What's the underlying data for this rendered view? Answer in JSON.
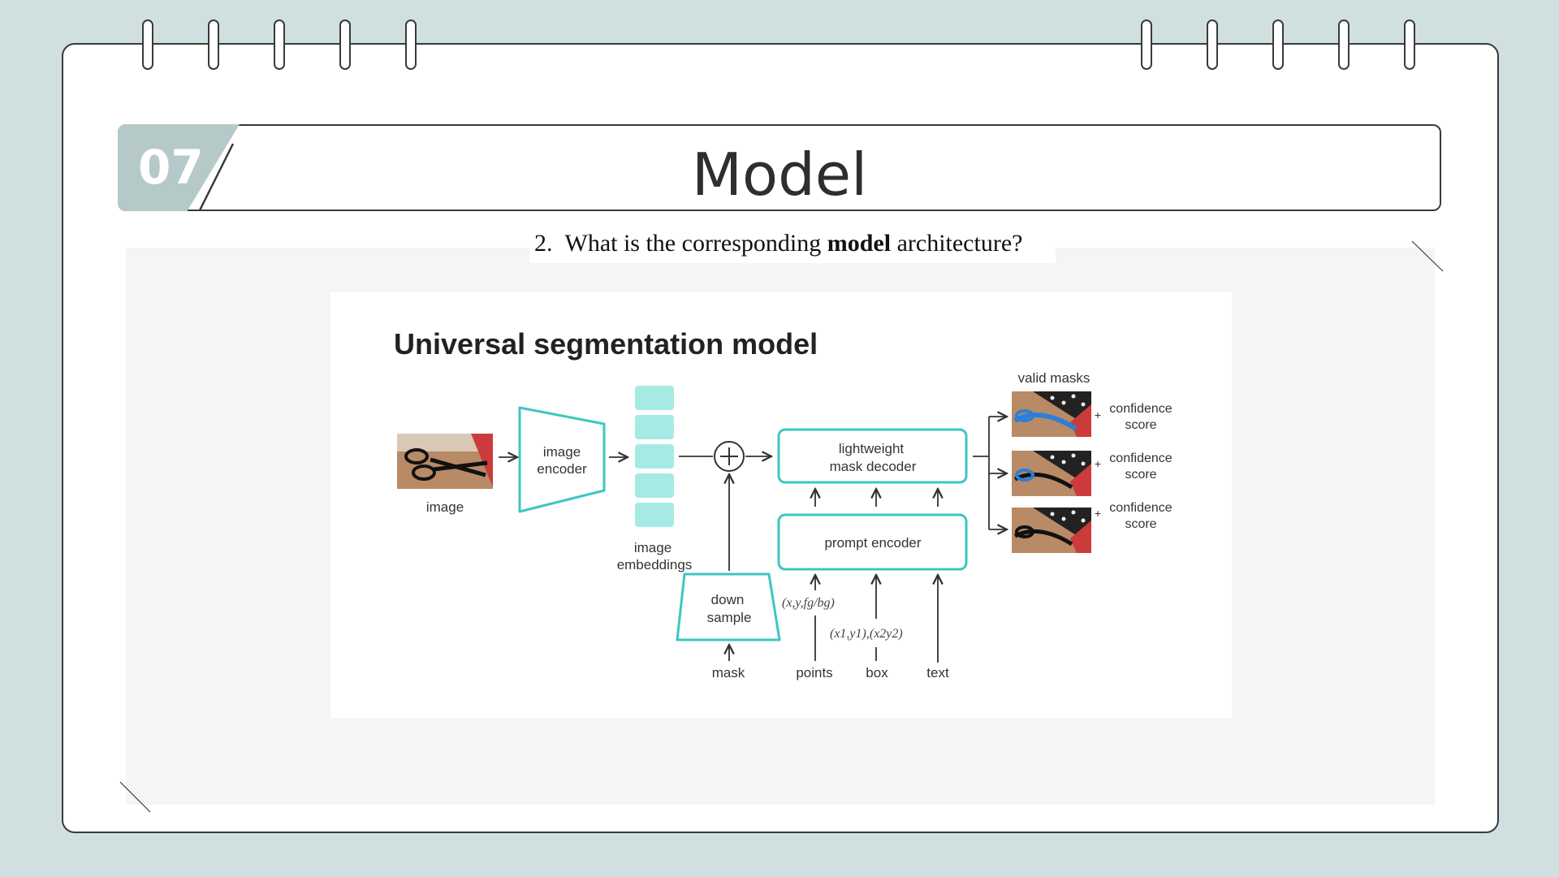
{
  "slide": {
    "number": "07",
    "title": "Model",
    "question": {
      "index": "2.",
      "before": "What is the corresponding",
      "bold": "model",
      "after": "architecture?"
    }
  },
  "diagram": {
    "title": "Universal segmentation model",
    "input_image_label": "image",
    "image_encoder_label": [
      "image",
      "encoder"
    ],
    "embeddings_label": [
      "image",
      "embeddings"
    ],
    "decoder_label": [
      "lightweight",
      "mask decoder"
    ],
    "prompt_encoder_label": "prompt encoder",
    "downsample_label": [
      "down",
      "sample"
    ],
    "mask_label": "mask",
    "points_label": "points",
    "box_label": "box",
    "text_label": "text",
    "points_annotation": "(x,y,fg/bg)",
    "box_annotation": "(x1,y1),(x2y2)",
    "valid_masks_label": "valid masks",
    "plus_sign": "+",
    "confidence_label": [
      "confidence",
      "score"
    ],
    "colors": {
      "accent": "#3cc7c0",
      "embedding_fill": "#a6ebe3",
      "line": "#333333"
    }
  }
}
